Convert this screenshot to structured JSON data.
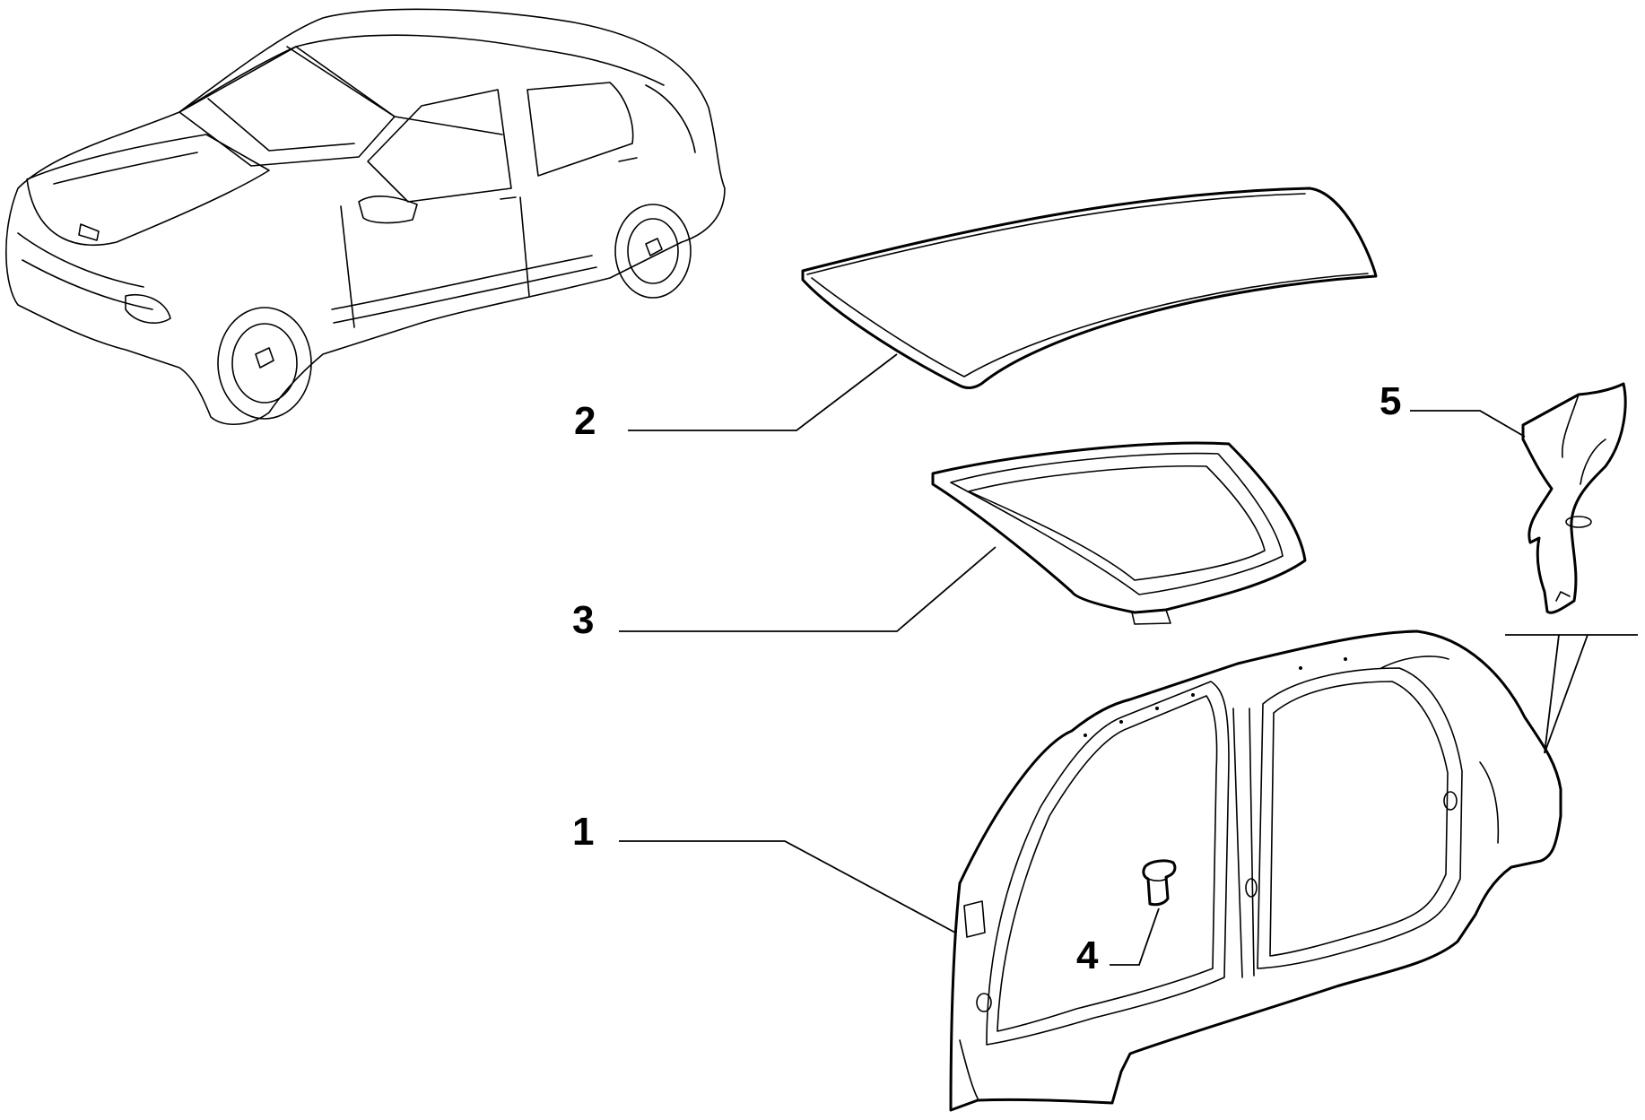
{
  "callouts": [
    {
      "id": "1",
      "label": "1"
    },
    {
      "id": "2",
      "label": "2"
    },
    {
      "id": "3",
      "label": "3"
    },
    {
      "id": "4",
      "label": "4"
    },
    {
      "id": "5",
      "label": "5"
    }
  ],
  "colors": {
    "stroke": "#000000",
    "background": "#ffffff"
  }
}
